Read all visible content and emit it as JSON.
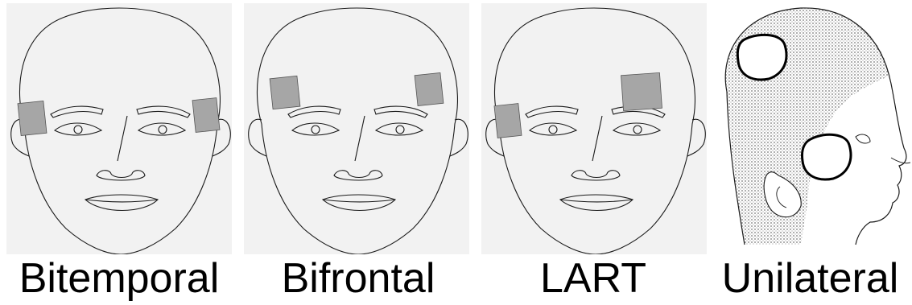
{
  "panels": [
    {
      "label": "Bitemporal",
      "illustration": "frontal-face"
    },
    {
      "label": "Bifrontal",
      "illustration": "frontal-face"
    },
    {
      "label": "LART",
      "illustration": "frontal-face"
    },
    {
      "label": "Unilateral",
      "illustration": "side-profile-head"
    }
  ],
  "colors": {
    "electrode_fill": "#a6a6a6",
    "frame_bg": "#f2f2f2",
    "line": "#1a1a1a"
  }
}
